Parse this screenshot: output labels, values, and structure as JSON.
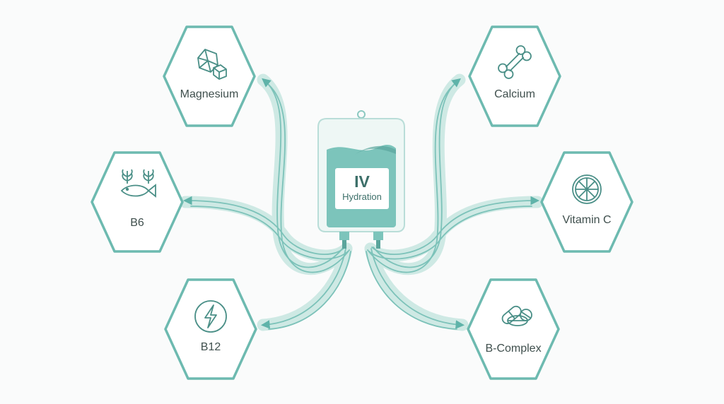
{
  "colors": {
    "accent": "#5fb3a9",
    "accent_dark": "#3f8f86",
    "tube": "#bfe2dd",
    "fluid": "#79c4bb",
    "label_text": "#3f4f4d"
  },
  "bag": {
    "title": "IV",
    "subtitle": "Hydration",
    "icon": "iv-bag-icon"
  },
  "nutrients": [
    {
      "id": "magnesium",
      "label": "Magnesium",
      "icon": "mineral-crystal-icon"
    },
    {
      "id": "calcium",
      "label": "Calcium",
      "icon": "bone-icon"
    },
    {
      "id": "b6",
      "label": "B6",
      "icon": "fish-grain-icon"
    },
    {
      "id": "vitamin-c",
      "label": "Vitamin C",
      "icon": "citrus-slice-icon"
    },
    {
      "id": "b12",
      "label": "B12",
      "icon": "lightning-bolt-icon"
    },
    {
      "id": "b-complex",
      "label": "B-Complex",
      "icon": "capsule-pills-icon"
    }
  ]
}
